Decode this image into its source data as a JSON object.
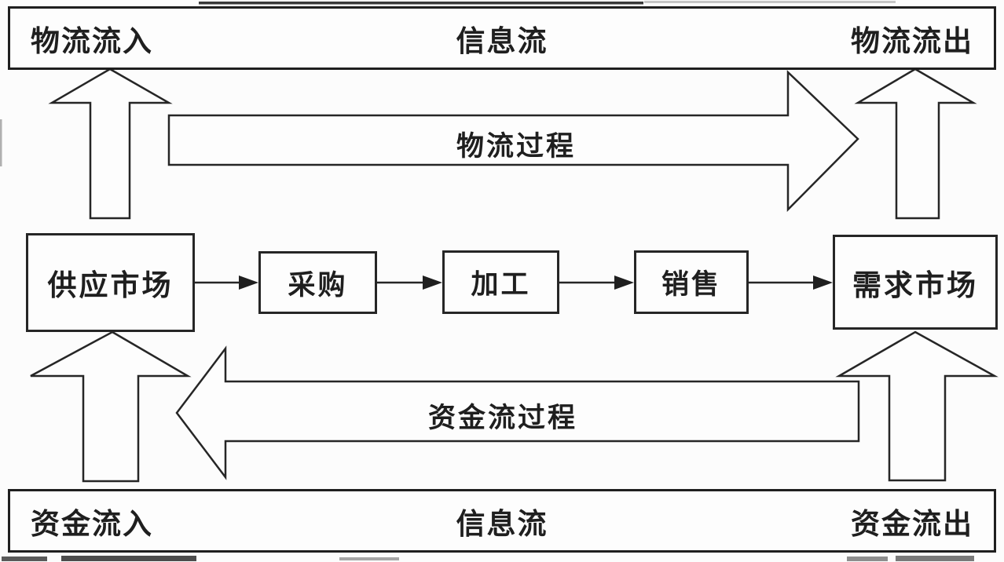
{
  "diagram": {
    "top_bar": {
      "left": "物流流入",
      "center": "信息流",
      "right": "物流流出"
    },
    "bottom_bar": {
      "left": "资金流入",
      "center": "信息流",
      "right": "资金流出"
    },
    "process_arrows": {
      "material_flow_label": "物流过程",
      "material_flow_direction": "right",
      "capital_flow_label": "资金流过程",
      "capital_flow_direction": "left"
    },
    "chain_nodes": [
      {
        "id": "supply-market",
        "label": "供应市场"
      },
      {
        "id": "procurement",
        "label": "采购"
      },
      {
        "id": "processing",
        "label": "加工"
      },
      {
        "id": "sales",
        "label": "销售"
      },
      {
        "id": "demand-market",
        "label": "需求市场"
      }
    ],
    "colors": {
      "line": "#262626",
      "bar_border": "#1f1f1f",
      "background": "#fcfcfc",
      "shape_fill": "#fdfdfd",
      "text": "#1f1f1f",
      "artifact_gray": "#9a9a9a"
    }
  }
}
